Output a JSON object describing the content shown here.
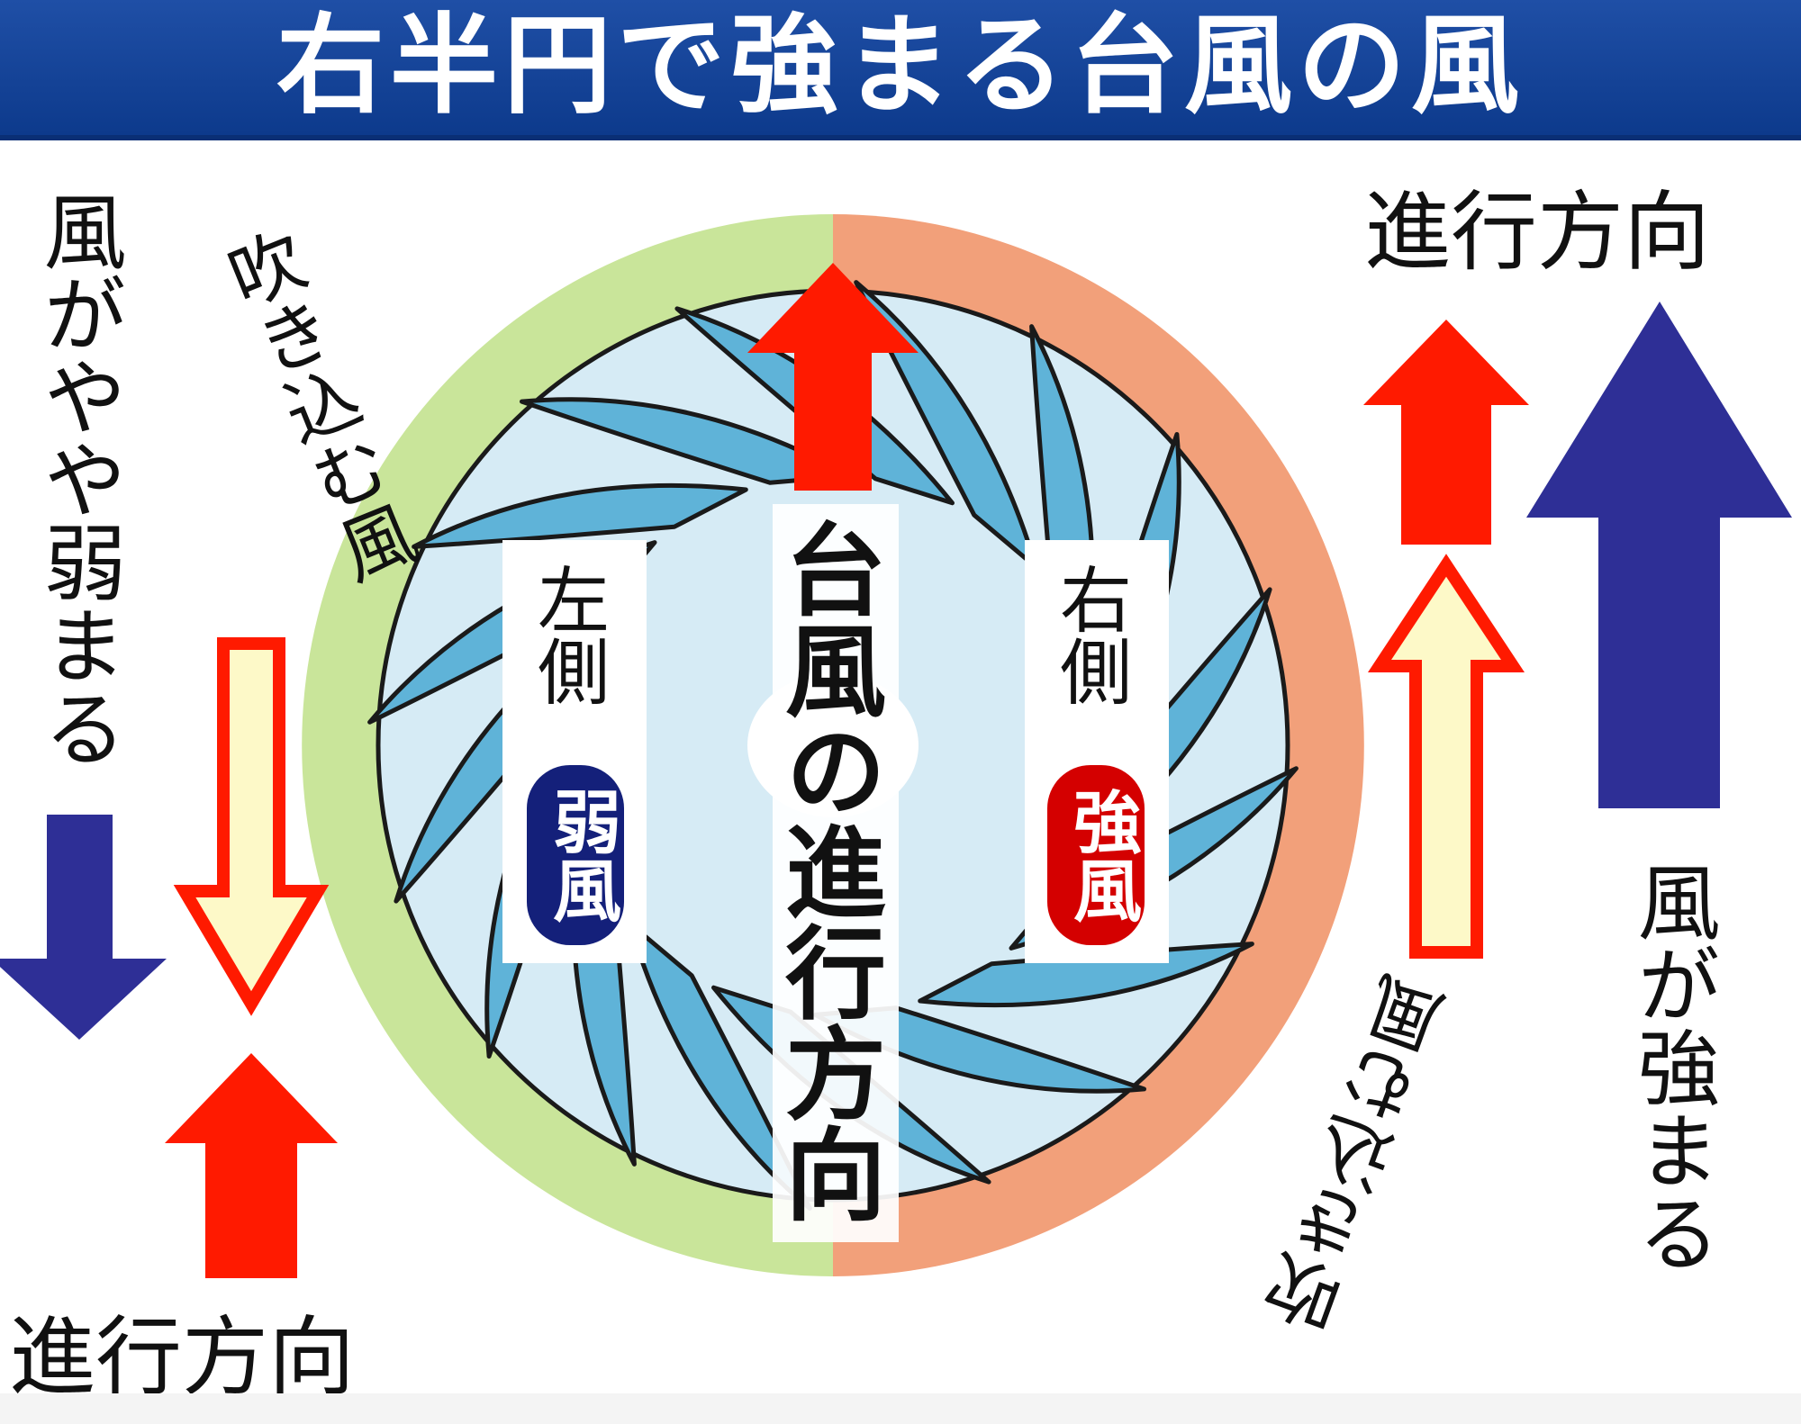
{
  "title": "右半円で強まる台風の風",
  "center_label": "台風の進行方向",
  "left_side": {
    "side_label": "左側",
    "strength_label": "弱風",
    "inflow_label": "吹き込む風",
    "result_label": "風がやや弱まる",
    "motion_label": "進行方向"
  },
  "right_side": {
    "side_label": "右側",
    "strength_label": "強風",
    "inflow_label": "吹き込む風",
    "result_label": "風が強まる",
    "motion_label": "進行方向"
  },
  "colors": {
    "title_bg": "#1a4a9e",
    "left_half": "#c9e59a",
    "right_half": "#f2a07a",
    "vortex_light": "#d6ebf5",
    "vortex_dark": "#5fb3d8",
    "motion_arrow": "#ff1a00",
    "weak_pill": "#14207a",
    "strong_pill": "#d40000",
    "wind_arrow": "#2e2f96",
    "inflow_arrow_fill": "#fdf9c8"
  }
}
